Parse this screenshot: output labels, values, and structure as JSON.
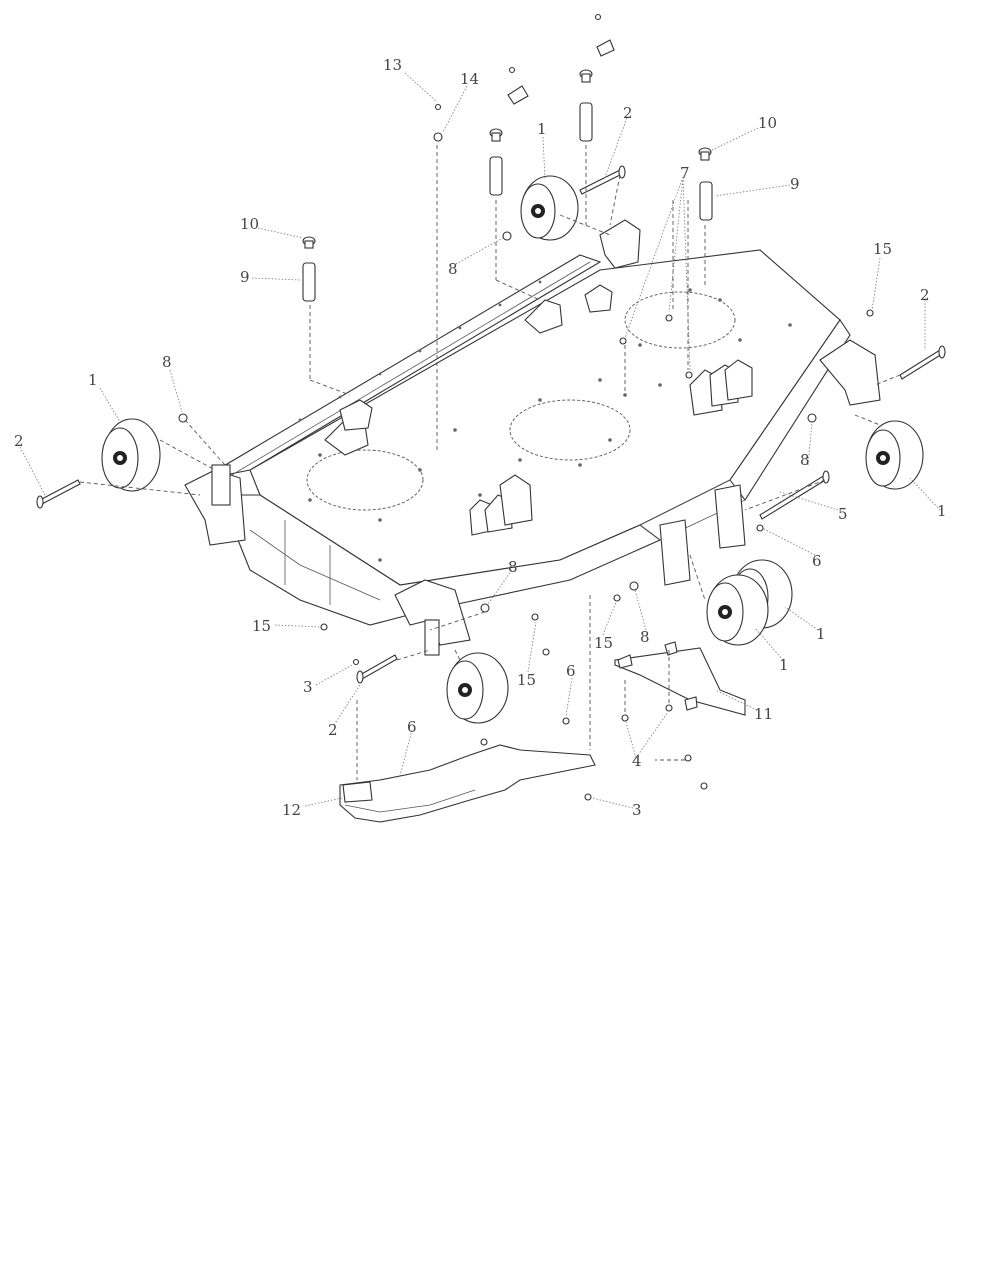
{
  "diagram": {
    "callouts": [
      {
        "id": "c13",
        "label": "13"
      },
      {
        "id": "c14",
        "label": "14"
      },
      {
        "id": "c1-top",
        "label": "1"
      },
      {
        "id": "c2-top",
        "label": "2"
      },
      {
        "id": "c10-right",
        "label": "10"
      },
      {
        "id": "c7",
        "label": "7"
      },
      {
        "id": "c9-right",
        "label": "9"
      },
      {
        "id": "c10-left",
        "label": "10"
      },
      {
        "id": "c9-left",
        "label": "9"
      },
      {
        "id": "c8-top",
        "label": "8"
      },
      {
        "id": "c15-right",
        "label": "15"
      },
      {
        "id": "c2-right",
        "label": "2"
      },
      {
        "id": "c1-left",
        "label": "1"
      },
      {
        "id": "c8-left",
        "label": "8"
      },
      {
        "id": "c2-left",
        "label": "2"
      },
      {
        "id": "c8-right",
        "label": "8"
      },
      {
        "id": "c5",
        "label": "5"
      },
      {
        "id": "c1-right",
        "label": "1"
      },
      {
        "id": "c6-right",
        "label": "6"
      },
      {
        "id": "c8-mid",
        "label": "8"
      },
      {
        "id": "c1-front-a",
        "label": "1"
      },
      {
        "id": "c1-front-b",
        "label": "1"
      },
      {
        "id": "c15-left",
        "label": "15"
      },
      {
        "id": "c15-mid",
        "label": "15"
      },
      {
        "id": "c8-front",
        "label": "8"
      },
      {
        "id": "c15-front",
        "label": "15"
      },
      {
        "id": "c3-left",
        "label": "3"
      },
      {
        "id": "c6-front",
        "label": "6"
      },
      {
        "id": "c11",
        "label": "11"
      },
      {
        "id": "c2-front",
        "label": "2"
      },
      {
        "id": "c6-left",
        "label": "6"
      },
      {
        "id": "c4",
        "label": "4"
      },
      {
        "id": "c12",
        "label": "12"
      },
      {
        "id": "c3-bottom",
        "label": "3"
      }
    ]
  }
}
